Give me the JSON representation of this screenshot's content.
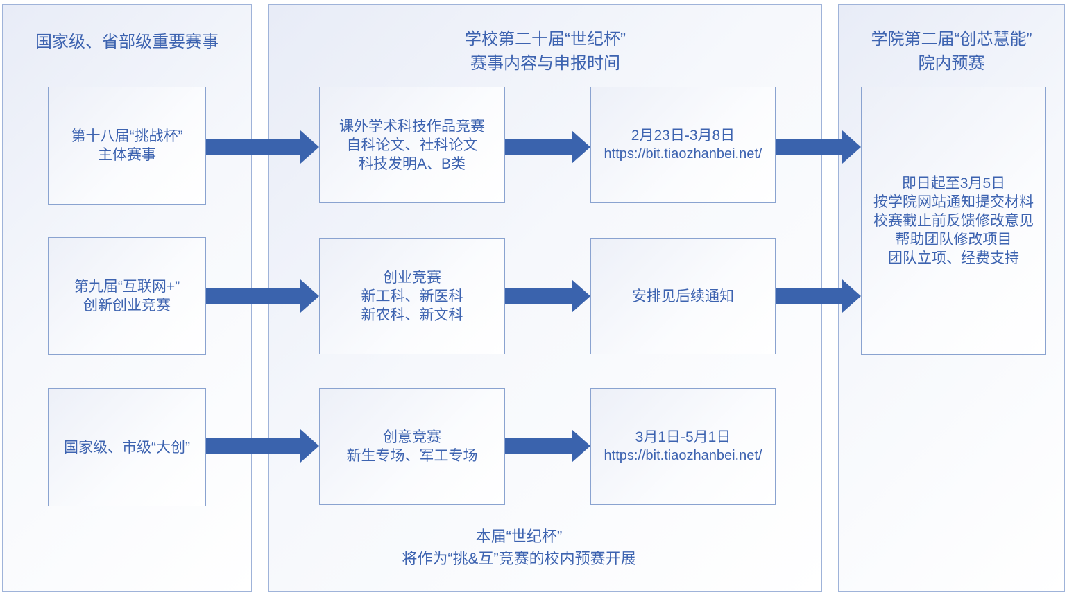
{
  "colors": {
    "arrow": "#3a63ad",
    "text": "#3d63b0",
    "panel_border": "#9fb3d9",
    "node_border": "#8aa3d0"
  },
  "left_panel": {
    "title": "国家级、省部级重要赛事",
    "boxes": [
      {
        "lines": [
          "第十八届“挑战杯”",
          "主体赛事"
        ]
      },
      {
        "lines": [
          "第九届“互联网+”",
          "创新创业竞赛"
        ]
      },
      {
        "lines": [
          "国家级、市级“大创”"
        ]
      }
    ]
  },
  "middle_panel": {
    "title": [
      "学校第二十届“世纪杯”",
      "赛事内容与申报时间"
    ],
    "content_boxes": [
      {
        "lines": [
          "课外学术科技作品竞赛",
          "自科论文、社科论文",
          "科技发明A、B类"
        ]
      },
      {
        "lines": [
          "创业竞赛",
          "新工科、新医科",
          "新农科、新文科"
        ]
      },
      {
        "lines": [
          "创意竞赛",
          "新生专场、军工专场"
        ]
      }
    ],
    "schedule_boxes": [
      {
        "date": "2月23日-3月8日",
        "url": "https://bit.tiaozhanbei.net/"
      },
      {
        "date": "安排见后续通知",
        "url": ""
      },
      {
        "date": "3月1日-5月1日",
        "url": "https://bit.tiaozhanbei.net/"
      }
    ],
    "note": [
      "本届“世纪杯”",
      "将作为“挑&互”竞赛的校内预赛开展"
    ]
  },
  "right_panel": {
    "title": [
      "学院第二届“创芯慧能”",
      "院内预赛"
    ],
    "box_lines": [
      "即日起至3月5日",
      "按学院网站通知提交材料",
      "校赛截止前反馈修改意见",
      "帮助团队修改项目",
      "团队立项、经费支持"
    ]
  }
}
